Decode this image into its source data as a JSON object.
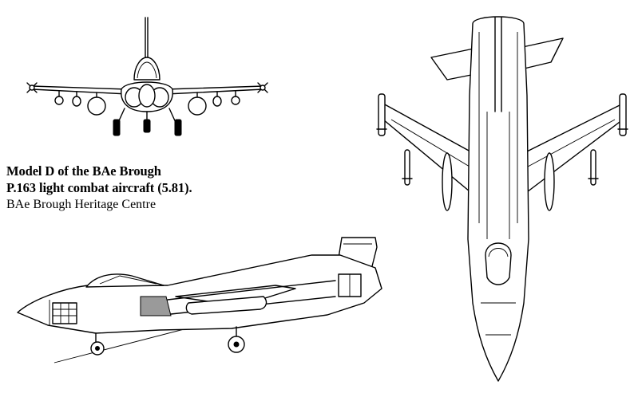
{
  "caption": {
    "line1": "Model D of the BAe Brough",
    "line2": "P.163 light combat aircraft (5.81).",
    "credit": "BAe Brough Heritage Centre"
  },
  "colors": {
    "ink": "#000000",
    "paper": "#ffffff"
  },
  "views": [
    "front-view",
    "side-view",
    "plan-view"
  ]
}
